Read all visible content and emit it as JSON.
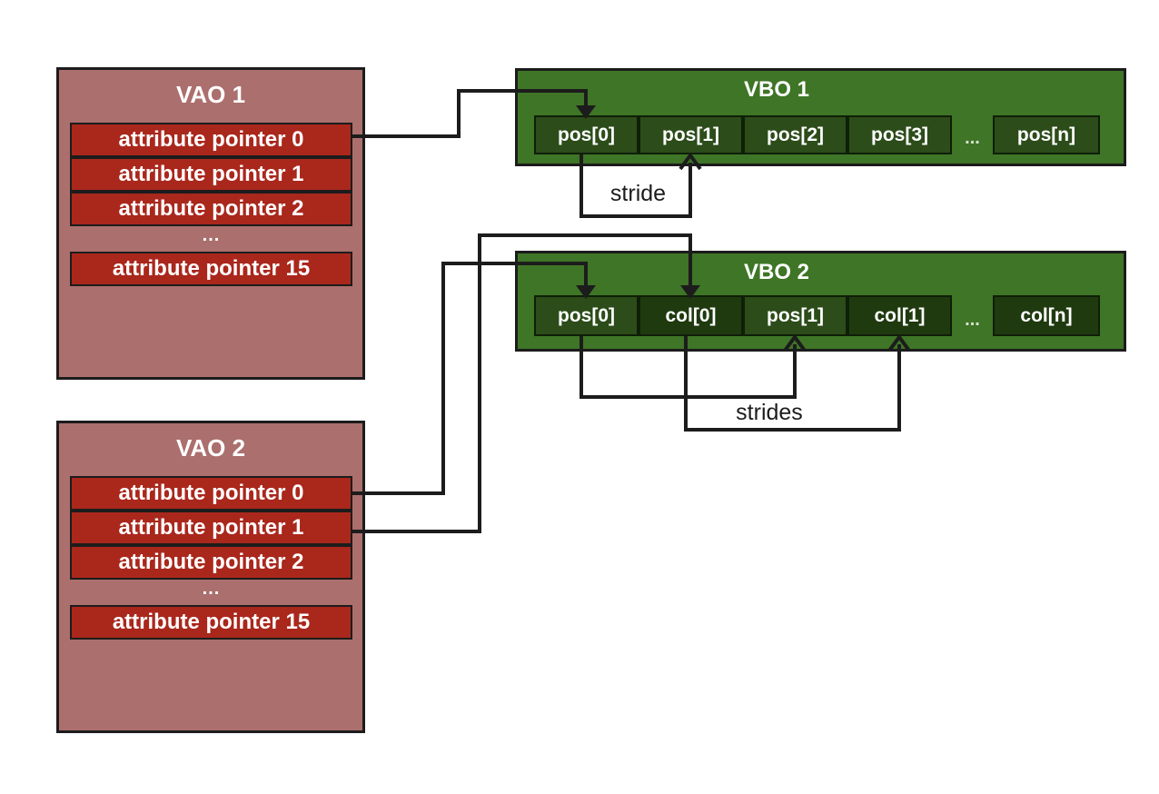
{
  "vao1": {
    "title": "VAO 1",
    "rows": [
      "attribute pointer 0",
      "attribute pointer 1",
      "attribute pointer 2",
      "...",
      "attribute pointer 15"
    ]
  },
  "vao2": {
    "title": "VAO 2",
    "rows": [
      "attribute pointer 0",
      "attribute pointer 1",
      "attribute pointer 2",
      "...",
      "attribute pointer 15"
    ]
  },
  "vbo1": {
    "title": "VBO 1",
    "cells": [
      "pos[0]",
      "pos[1]",
      "pos[2]",
      "pos[3]",
      "...",
      "pos[n]"
    ]
  },
  "vbo2": {
    "title": "VBO 2",
    "cells": [
      "pos[0]",
      "col[0]",
      "pos[1]",
      "col[1]",
      "...",
      "col[n]"
    ]
  },
  "labels": {
    "stride": "stride",
    "strides": "strides"
  },
  "colors": {
    "vao_fill": "#ab6f6d",
    "vao_row_fill": "#aa271c",
    "vbo_fill": "#3e7526",
    "pos_cell_fill": "#2c4c1a",
    "col_cell_fill": "#203a10",
    "line": "#1c1c1c",
    "text_white": "#ffffff",
    "dots_light": "#d9e2cf",
    "page_bg": "#ffffff"
  }
}
